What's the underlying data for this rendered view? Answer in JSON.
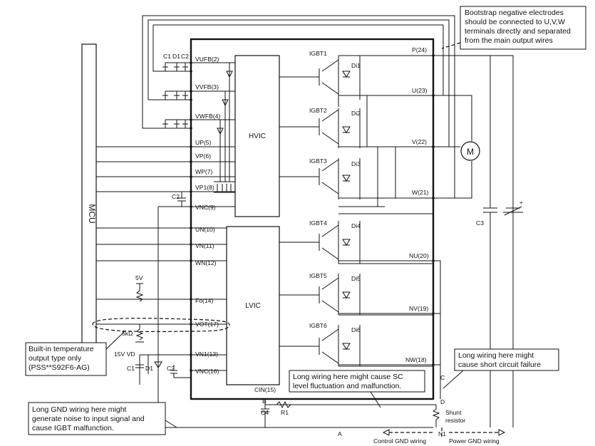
{
  "blocks": {
    "mcu": "MCU",
    "hvic": "HVIC",
    "lvic": "LVIC",
    "motor": "M"
  },
  "pins": {
    "vufb": "VUFB(2)",
    "vvfb": "VVFB(3)",
    "vwfb": "VWFB(4)",
    "up": "UP(5)",
    "vp": "VP(6)",
    "wp": "WP(7)",
    "vp1": "VP1(8)",
    "vnc9": "VNC(9)",
    "un": "UN(10)",
    "vn": "VN(11)",
    "wn": "WN(12)",
    "fo": "Fo(14)",
    "vot": "VOT(17)",
    "vn1": "VN1(13)",
    "vnc16": "VNC(16)",
    "cin": "CIN(15)",
    "p": "P(24)",
    "u": "U(23)",
    "v": "V(22)",
    "w": "W(21)",
    "nu": "NU(20)",
    "nv": "NV(19)",
    "nw": "NW(18)"
  },
  "devices": {
    "igbt1": "IGBT1",
    "igbt2": "IGBT2",
    "igbt3": "IGBT3",
    "igbt4": "IGBT4",
    "igbt5": "IGBT5",
    "igbt6": "IGBT6",
    "di1": "Di1",
    "di2": "Di2",
    "di3": "Di3",
    "di4": "Di4",
    "di5": "Di5",
    "di6": "Di6"
  },
  "components": {
    "c1": "C1",
    "d1": "D1",
    "c2": "C2",
    "c3": "C3",
    "c4": "C4",
    "r1": "R1",
    "v5": "5V",
    "r5k": "5kΩ",
    "v15": "15V VD",
    "shunt1": "Shunt",
    "shunt2": "resistor"
  },
  "nodes": {
    "a": "A",
    "b": "B",
    "c": "C",
    "d": "D",
    "n1": "N1"
  },
  "wiring": {
    "control_gnd": "Control GND wiring",
    "power_gnd": "Power GND wiring"
  },
  "notes": {
    "bootstrap": [
      "Bootstrap negative electrodes",
      "should be connected to U,V,W",
      "terminals directly and separated",
      "from the main output wires"
    ],
    "temp": [
      "Built-in temperature",
      "output type only",
      "(PSS**S92F6-AG)"
    ],
    "short": [
      "Long wiring here might",
      "cause short circuit failure"
    ],
    "sc": [
      "Long wiring here might cause SC",
      "level fluctuation and malfunction."
    ],
    "gnd": [
      "Long GND wiring here might",
      "generate noise to input signal and",
      "cause IGBT malfunction."
    ]
  }
}
